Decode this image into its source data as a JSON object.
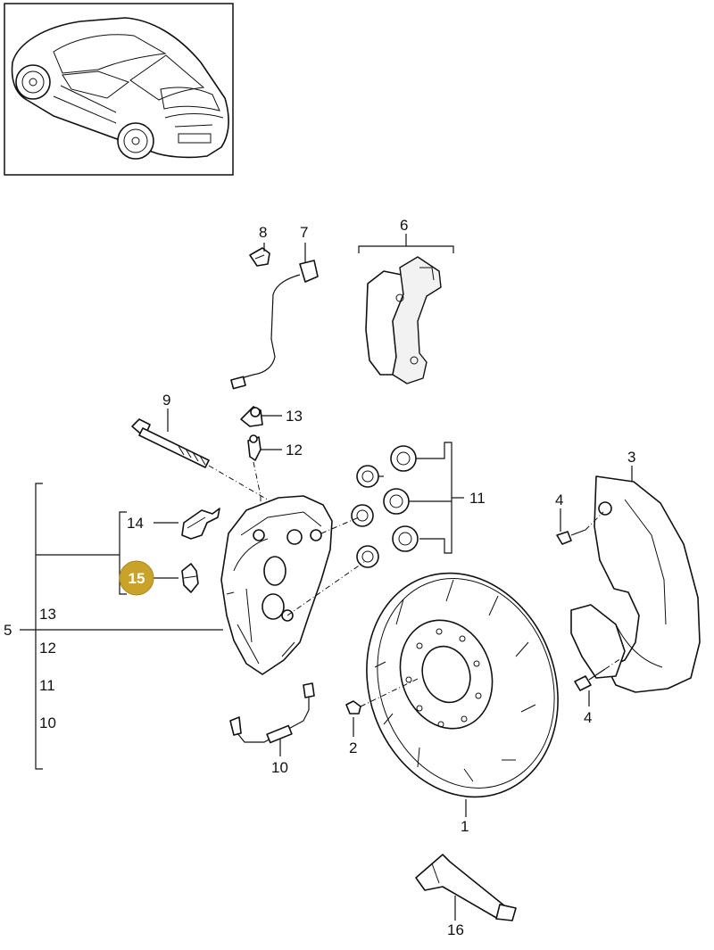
{
  "figure": {
    "highlight_color": "#c9a22a",
    "callouts": [
      {
        "id": "c1",
        "text": "1"
      },
      {
        "id": "c2",
        "text": "2"
      },
      {
        "id": "c3",
        "text": "3"
      },
      {
        "id": "c4a",
        "text": "4"
      },
      {
        "id": "c4b",
        "text": "4"
      },
      {
        "id": "c5",
        "text": "5"
      },
      {
        "id": "c6",
        "text": "6"
      },
      {
        "id": "c7",
        "text": "7"
      },
      {
        "id": "c8",
        "text": "8"
      },
      {
        "id": "c9",
        "text": "9"
      },
      {
        "id": "c10",
        "text": "10"
      },
      {
        "id": "c11",
        "text": "11"
      },
      {
        "id": "c12",
        "text": "12"
      },
      {
        "id": "c13",
        "text": "13"
      },
      {
        "id": "c14",
        "text": "14"
      },
      {
        "id": "c15",
        "text": "15",
        "highlighted": true
      },
      {
        "id": "c16",
        "text": "16"
      },
      {
        "id": "g13",
        "text": "13"
      },
      {
        "id": "g12",
        "text": "12"
      },
      {
        "id": "g11",
        "text": "11"
      },
      {
        "id": "g10",
        "text": "10"
      }
    ]
  }
}
